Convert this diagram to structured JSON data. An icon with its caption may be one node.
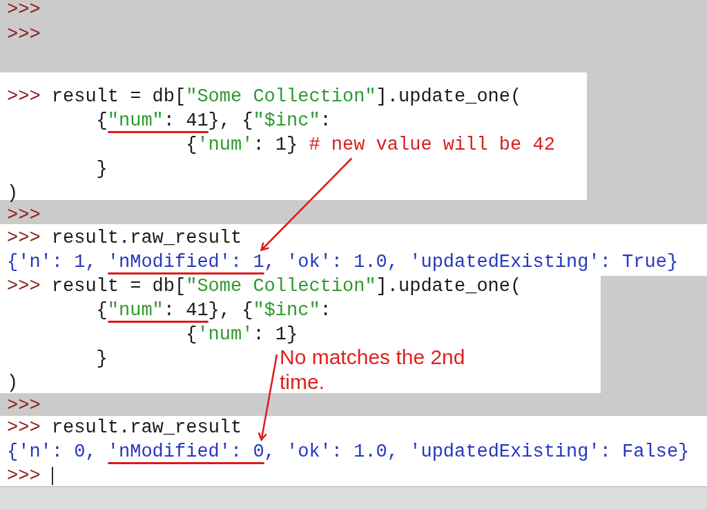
{
  "diagram": {
    "nodes": [
      {
        "text": [
          "# new value will be 42"
        ]
      },
      {
        "text": [
          "No matches the 2nd time."
        ]
      },
      {
        "text": [
          "'nModified': 1"
        ]
      },
      {
        "text": [
          "'nModified': 0"
        ]
      },
      {
        "text": [],
        "shape": "bar"
      }
    ],
    "edges": [
      {
        "from": 0,
        "to": 2,
        "arrow": "to"
      },
      {
        "from": 1,
        "to": 3,
        "arrow": "to"
      }
    ],
    "labels": [
      ">>>",
      ">>>",
      ">>>",
      "result = db[",
      "\"Some Collection\"",
      "].update_one(",
      "{",
      "\"num\"",
      ": 41",
      "}, {",
      "\"$inc\"",
      ":",
      "{",
      "'num'",
      ": 1}",
      "}",
      ")",
      ">>>",
      ">>>",
      "result.raw_result",
      "{'n': 1,",
      ", 'ok': 1.0, 'updatedExisting': True}",
      ">>>",
      "result = db[",
      "\"Some Collection\"",
      "].update_one(",
      "{",
      "\"num\"",
      ": 41",
      "}, {",
      "\"$inc\"",
      ":",
      "{",
      "'num'",
      ": 1}",
      "}",
      ")",
      ">>>",
      ">>>",
      "result.raw_result",
      "{'n': 0,",
      ", 'ok': 1.0, 'updatedExisting': False}",
      ">>>"
    ]
  }
}
